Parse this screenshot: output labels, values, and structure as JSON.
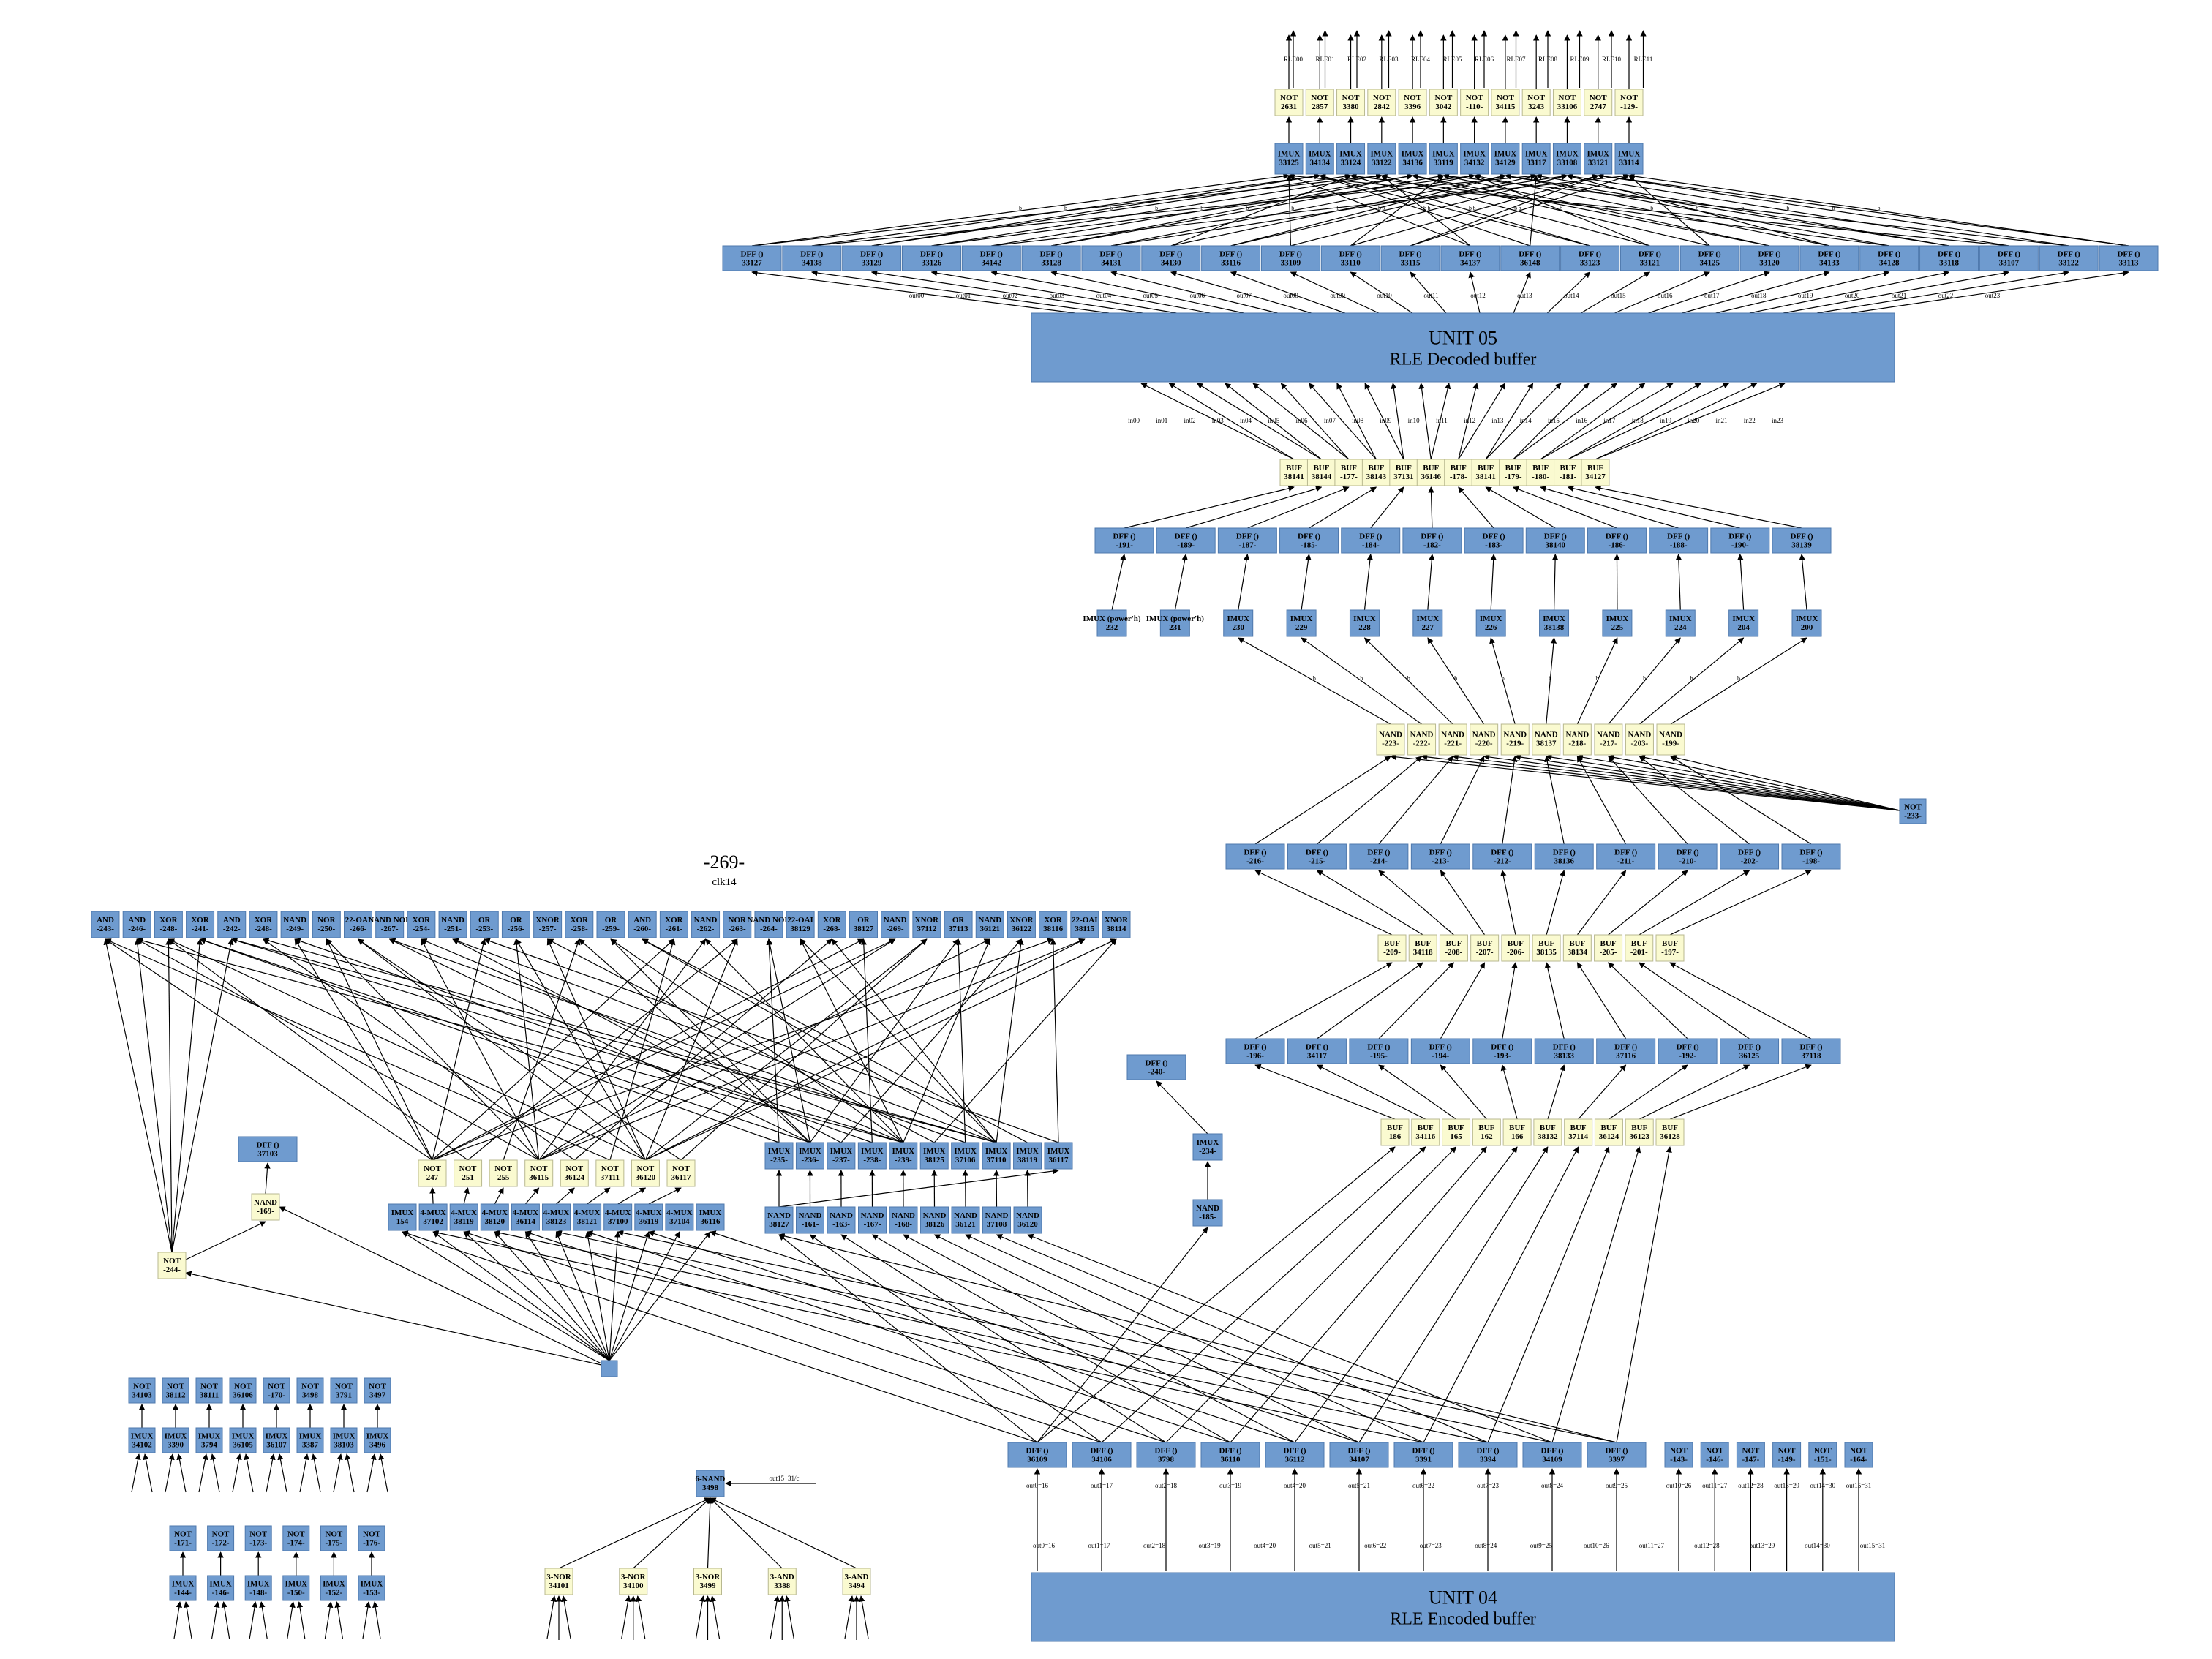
{
  "colors": {
    "blue_node": "#6f9bcf",
    "yellow_node": "#fafad0",
    "edge": "#000000",
    "background": "#ffffff"
  },
  "title": {
    "main": "-269-",
    "sub": "clk14"
  },
  "unit05": {
    "label": "UNIT 05",
    "caption": "RLE Decoded buffer"
  },
  "unit04": {
    "label": "UNIT 04",
    "caption": "RLE Encoded buffer"
  },
  "rle_outputs": [
    "RLE00",
    "RLE01",
    "RLE02",
    "RLE03",
    "RLE04",
    "RLE05",
    "RLE06",
    "RLE07",
    "RLE08",
    "RLE09",
    "RLE10",
    "RLE11"
  ],
  "top_nor_row": [
    [
      "NOT",
      "2631"
    ],
    [
      "NOT",
      "2857"
    ],
    [
      "NOT",
      "3380"
    ],
    [
      "NOT",
      "2842"
    ],
    [
      "NOT",
      "3396"
    ],
    [
      "NOT",
      "3042"
    ],
    [
      "NOT",
      "-110-"
    ],
    [
      "NOT",
      "34115"
    ],
    [
      "NOT",
      "3243"
    ],
    [
      "NOT",
      "33106"
    ],
    [
      "NOT",
      "2747"
    ],
    [
      "NOT",
      "-129-"
    ]
  ],
  "top_imux_row": [
    [
      "IMUX",
      "33125"
    ],
    [
      "IMUX",
      "34134"
    ],
    [
      "IMUX",
      "33124"
    ],
    [
      "IMUX",
      "33122"
    ],
    [
      "IMUX",
      "34136"
    ],
    [
      "IMUX",
      "33119"
    ],
    [
      "IMUX",
      "34132"
    ],
    [
      "IMUX",
      "34129"
    ],
    [
      "IMUX",
      "33117"
    ],
    [
      "IMUX",
      "33108"
    ],
    [
      "IMUX",
      "33121"
    ],
    [
      "IMUX",
      "33114"
    ]
  ],
  "dff_top_row": [
    [
      "DFF ()",
      "33127"
    ],
    [
      "DFF ()",
      "34138"
    ],
    [
      "DFF ()",
      "33129"
    ],
    [
      "DFF ()",
      "33126"
    ],
    [
      "DFF ()",
      "34142"
    ],
    [
      "DFF ()",
      "33128"
    ],
    [
      "DFF ()",
      "34131"
    ],
    [
      "DFF ()",
      "34130"
    ],
    [
      "DFF ()",
      "33116"
    ],
    [
      "DFF ()",
      "33109"
    ],
    [
      "DFF ()",
      "33110"
    ],
    [
      "DFF ()",
      "33115"
    ],
    [
      "DFF ()",
      "34137"
    ],
    [
      "DFF ()",
      "36148"
    ],
    [
      "DFF ()",
      "33123"
    ],
    [
      "DFF ()",
      "33121"
    ],
    [
      "DFF ()",
      "34125"
    ],
    [
      "DFF ()",
      "33120"
    ],
    [
      "DFF ()",
      "34133"
    ],
    [
      "DFF ()",
      "34128"
    ],
    [
      "DFF ()",
      "33118"
    ],
    [
      "DFF ()",
      "33107"
    ],
    [
      "DFF ()",
      "33122"
    ],
    [
      "DFF ()",
      "33113"
    ]
  ],
  "out_labels_top": [
    "out00",
    "out01",
    "out02",
    "out03",
    "out04",
    "out05",
    "out06",
    "out07",
    "out08",
    "out09",
    "out10",
    "out11",
    "out12",
    "out13",
    "out14",
    "out15",
    "out16",
    "out17",
    "out18",
    "out19",
    "out20",
    "out21",
    "out22",
    "out23"
  ],
  "in_labels_unit05": [
    "in00",
    "in01",
    "in02",
    "in03",
    "in04",
    "in05",
    "in06",
    "in07",
    "in08",
    "in09",
    "in10",
    "in11",
    "in12",
    "in13",
    "in14",
    "in15",
    "in16",
    "in17",
    "in18",
    "in19",
    "in20",
    "in21",
    "in22",
    "in23"
  ],
  "buf_row1": [
    [
      "BUF",
      "38141"
    ],
    [
      "BUF",
      "38144"
    ],
    [
      "BUF",
      "-177-"
    ],
    [
      "BUF",
      "38143"
    ],
    [
      "BUF",
      "37131"
    ],
    [
      "BUF",
      "36146"
    ],
    [
      "BUF",
      "-178-"
    ],
    [
      "BUF",
      "38141"
    ],
    [
      "BUF",
      "-179-"
    ],
    [
      "BUF",
      "-180-"
    ],
    [
      "BUF",
      "-181-"
    ],
    [
      "BUF",
      "34127"
    ]
  ],
  "dff_row2": [
    [
      "DFF ()",
      "-191-"
    ],
    [
      "DFF ()",
      "-189-"
    ],
    [
      "DFF ()",
      "-187-"
    ],
    [
      "DFF ()",
      "-185-"
    ],
    [
      "DFF ()",
      "-184-"
    ],
    [
      "DFF ()",
      "-182-"
    ],
    [
      "DFF ()",
      "-183-"
    ],
    [
      "DFF ()",
      "38140"
    ],
    [
      "DFF ()",
      "-186-"
    ],
    [
      "DFF ()",
      "-188-"
    ],
    [
      "DFF ()",
      "-190-"
    ],
    [
      "DFF ()",
      "38139"
    ]
  ],
  "imux_row2": [
    [
      "IMUX (power'h)",
      "-232-"
    ],
    [
      "IMUX (power'h)",
      "-231-"
    ],
    [
      "IMUX",
      "-230-"
    ],
    [
      "IMUX",
      "-229-"
    ],
    [
      "IMUX",
      "-228-"
    ],
    [
      "IMUX",
      "-227-"
    ],
    [
      "IMUX",
      "-226-"
    ],
    [
      "IMUX",
      "38138"
    ],
    [
      "IMUX",
      "-225-"
    ],
    [
      "IMUX",
      "-224-"
    ],
    [
      "IMUX",
      "-204-"
    ],
    [
      "IMUX",
      "-200-"
    ]
  ],
  "nand_row": [
    [
      "NAND",
      "-223-"
    ],
    [
      "NAND",
      "-222-"
    ],
    [
      "NAND",
      "-221-"
    ],
    [
      "NAND",
      "-220-"
    ],
    [
      "NAND",
      "-219-"
    ],
    [
      "NAND",
      "38137"
    ],
    [
      "NAND",
      "-218-"
    ],
    [
      "NAND",
      "-217-"
    ],
    [
      "NAND",
      "-203-"
    ],
    [
      "NAND",
      "-199-"
    ]
  ],
  "nor_233": [
    "NOT",
    "-233-"
  ],
  "dff_row3": [
    [
      "DFF ()",
      "-216-"
    ],
    [
      "DFF ()",
      "-215-"
    ],
    [
      "DFF ()",
      "-214-"
    ],
    [
      "DFF ()",
      "-213-"
    ],
    [
      "DFF ()",
      "-212-"
    ],
    [
      "DFF ()",
      "38136"
    ],
    [
      "DFF ()",
      "-211-"
    ],
    [
      "DFF ()",
      "-210-"
    ],
    [
      "DFF ()",
      "-202-"
    ],
    [
      "DFF ()",
      "-198-"
    ]
  ],
  "buf_row2": [
    [
      "BUF",
      "-209-"
    ],
    [
      "BUF",
      "34118"
    ],
    [
      "BUF",
      "-208-"
    ],
    [
      "BUF",
      "-207-"
    ],
    [
      "BUF",
      "-206-"
    ],
    [
      "BUF",
      "38135"
    ],
    [
      "BUF",
      "38134"
    ],
    [
      "BUF",
      "-205-"
    ],
    [
      "BUF",
      "-201-"
    ],
    [
      "BUF",
      "-197-"
    ]
  ],
  "dff_row4": [
    [
      "DFF ()",
      "-196-"
    ],
    [
      "DFF ()",
      "34117"
    ],
    [
      "DFF ()",
      "-195-"
    ],
    [
      "DFF ()",
      "-194-"
    ],
    [
      "DFF ()",
      "-193-"
    ],
    [
      "DFF ()",
      "38133"
    ],
    [
      "DFF ()",
      "37116"
    ],
    [
      "DFF ()",
      "-192-"
    ],
    [
      "DFF ()",
      "36125"
    ],
    [
      "DFF ()",
      "37118"
    ]
  ],
  "buf_row3": [
    [
      "BUF",
      "-186-"
    ],
    [
      "BUF",
      "34116"
    ],
    [
      "BUF",
      "-165-"
    ],
    [
      "BUF",
      "-162-"
    ],
    [
      "BUF",
      "-166-"
    ],
    [
      "BUF",
      "38132"
    ],
    [
      "BUF",
      "37114"
    ],
    [
      "BUF",
      "36124"
    ],
    [
      "BUF",
      "36123"
    ],
    [
      "BUF",
      "36128"
    ]
  ],
  "dff_240": [
    "DFF ()",
    "-240-"
  ],
  "imux_234": [
    "IMUX",
    "-234-"
  ],
  "nand_185": [
    "NAND",
    "-185-"
  ],
  "gate_row": [
    [
      "AND",
      "-243-"
    ],
    [
      "AND",
      "-246-"
    ],
    [
      "XOR",
      "-248-"
    ],
    [
      "XOR",
      "-241-"
    ],
    [
      "AND",
      "-242-"
    ],
    [
      "XOR",
      "-248-"
    ],
    [
      "NAND",
      "-249-"
    ],
    [
      "NOR",
      "-250-"
    ],
    [
      "22-OAI",
      "-266-"
    ],
    [
      "NAND NOR",
      "-267-"
    ],
    [
      "XOR",
      "-254-"
    ],
    [
      "NAND",
      "-251-"
    ],
    [
      "OR",
      "-253-"
    ],
    [
      "OR",
      "-256-"
    ],
    [
      "XNOR",
      "-257-"
    ],
    [
      "XOR",
      "-258-"
    ],
    [
      "OR",
      "-259-"
    ],
    [
      "AND",
      "-260-"
    ],
    [
      "XOR",
      "-261-"
    ],
    [
      "NAND",
      "-262-"
    ],
    [
      "NOR",
      "-263-"
    ],
    [
      "NAND NOR",
      "-264-"
    ],
    [
      "22-OAI",
      "38129"
    ],
    [
      "XOR",
      "-268-"
    ],
    [
      "OR",
      "38127"
    ],
    [
      "NAND",
      "-269-"
    ],
    [
      "XNOR",
      "37112"
    ],
    [
      "OR",
      "37113"
    ],
    [
      "NAND",
      "36121"
    ],
    [
      "XNOR",
      "36122"
    ],
    [
      "XOR",
      "38116"
    ],
    [
      "22-OAI",
      "38115"
    ],
    [
      "XNOR",
      "38114"
    ]
  ],
  "nor_mid_row": [
    [
      "NOT",
      "-247-"
    ],
    [
      "NOT",
      "-251-"
    ],
    [
      "NOT",
      "-255-"
    ],
    [
      "NOT",
      "36115"
    ],
    [
      "NOT",
      "36124"
    ],
    [
      "NOT",
      "37111"
    ],
    [
      "NOT",
      "36120"
    ],
    [
      "NOT",
      "36117"
    ]
  ],
  "imux_mid_row": [
    [
      "IMUX",
      "-235-"
    ],
    [
      "IMUX",
      "-236-"
    ],
    [
      "IMUX",
      "-237-"
    ],
    [
      "IMUX",
      "-238-"
    ],
    [
      "IMUX",
      "-239-"
    ],
    [
      "IMUX",
      "38125"
    ],
    [
      "IMUX",
      "37106"
    ],
    [
      "IMUX",
      "37110"
    ],
    [
      "IMUX",
      "38119"
    ],
    [
      "IMUX",
      "36117"
    ]
  ],
  "mux_row": [
    [
      "IMUX",
      "-154-"
    ],
    [
      "4-MUX",
      "37102"
    ],
    [
      "4-MUX",
      "38119"
    ],
    [
      "4-MUX",
      "38120"
    ],
    [
      "4-MUX",
      "36114"
    ],
    [
      "4-MUX",
      "38123"
    ],
    [
      "4-MUX",
      "38121"
    ],
    [
      "4-MUX",
      "37100"
    ],
    [
      "4-MUX",
      "36119"
    ],
    [
      "4-MUX",
      "37104"
    ],
    [
      "IMUX",
      "36116"
    ]
  ],
  "nand_mid_row": [
    [
      "NAND",
      "38127"
    ],
    [
      "NAND",
      "-161-"
    ],
    [
      "NAND",
      "-163-"
    ],
    [
      "NAND",
      "-167-"
    ],
    [
      "NAND",
      "-168-"
    ],
    [
      "NAND",
      "38126"
    ],
    [
      "NAND",
      "36121"
    ],
    [
      "NAND",
      "37108"
    ],
    [
      "NAND",
      "36120"
    ]
  ],
  "dff_37103": [
    "DFF ()",
    "37103"
  ],
  "nand_169": [
    "NAND",
    "-169-"
  ],
  "nor_244": [
    "NOT",
    "-244-"
  ],
  "bottom_dff_row": [
    [
      "DFF ()",
      "36109"
    ],
    [
      "DFF ()",
      "34106"
    ],
    [
      "DFF ()",
      "3798"
    ],
    [
      "DFF ()",
      "36110"
    ],
    [
      "DFF ()",
      "36112"
    ],
    [
      "DFF ()",
      "34107"
    ],
    [
      "DFF ()",
      "3391"
    ],
    [
      "DFF ()",
      "3394"
    ],
    [
      "DFF ()",
      "34109"
    ],
    [
      "DFF ()",
      "3397"
    ]
  ],
  "bottom_dff_labels": [
    "out0=16",
    "out1=17",
    "out2=18",
    "out3=19",
    "out4=20",
    "out5=21",
    "out6=22",
    "out7=23",
    "out8=24",
    "out9=25"
  ],
  "bottom_nor_row": [
    [
      "NOT",
      "-143-"
    ],
    [
      "NOT",
      "-146-"
    ],
    [
      "NOT",
      "-147-"
    ],
    [
      "NOT",
      "-149-"
    ],
    [
      "NOT",
      "-151-"
    ],
    [
      "NOT",
      "-164-"
    ]
  ],
  "bottom_nor_labels": [
    "out10=26",
    "out11=27",
    "out12=28",
    "out13=29",
    "out14=30",
    "out15=31"
  ],
  "unit04_inputs": [
    "out0=16",
    "out1=17",
    "out2=18",
    "out3=19",
    "out4=20",
    "out5=21",
    "out6=22",
    "out7=23",
    "out8=24",
    "out9=25",
    "out10=26",
    "out11=27",
    "out12=28",
    "out13=29",
    "out14=30",
    "out15=31"
  ],
  "left_nor_row": [
    [
      "NOT",
      "34103"
    ],
    [
      "NOT",
      "38112"
    ],
    [
      "NOT",
      "38111"
    ],
    [
      "NOT",
      "36106"
    ],
    [
      "NOT",
      "-170-"
    ],
    [
      "NOT",
      "3498"
    ],
    [
      "NOT",
      "3791"
    ],
    [
      "NOT",
      "3497"
    ]
  ],
  "left_imux_row": [
    [
      "IMUX",
      "34102"
    ],
    [
      "IMUX",
      "3390"
    ],
    [
      "IMUX",
      "3794"
    ],
    [
      "IMUX",
      "36105"
    ],
    [
      "IMUX",
      "36107"
    ],
    [
      "IMUX",
      "3387"
    ],
    [
      "IMUX",
      "38103"
    ],
    [
      "IMUX",
      "3496"
    ]
  ],
  "left_nor_row2": [
    [
      "NOT",
      "-171-"
    ],
    [
      "NOT",
      "-172-"
    ],
    [
      "NOT",
      "-173-"
    ],
    [
      "NOT",
      "-174-"
    ],
    [
      "NOT",
      "-175-"
    ],
    [
      "NOT",
      "-176-"
    ]
  ],
  "left_imux_row2": [
    [
      "IMUX",
      "-144-"
    ],
    [
      "IMUX",
      "-146-"
    ],
    [
      "IMUX",
      "-148-"
    ],
    [
      "IMUX",
      "-150-"
    ],
    [
      "IMUX",
      "-152-"
    ],
    [
      "IMUX",
      "-153-"
    ]
  ],
  "nand6": [
    "6-NAND",
    "3498"
  ],
  "nand6_input": "out15+31/c",
  "small_gates": [
    [
      "3-NOR",
      "34101"
    ],
    [
      "3-NOR",
      "34100"
    ],
    [
      "3-NOR",
      "3499"
    ],
    [
      "3-AND",
      "3388"
    ],
    [
      "3-AND",
      "3494"
    ]
  ]
}
